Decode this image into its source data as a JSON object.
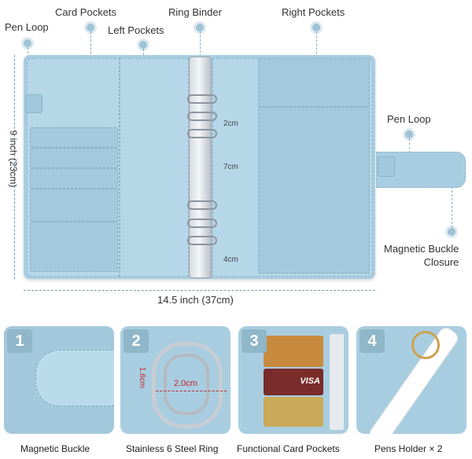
{
  "labels": {
    "pen_loop_left": "Pen Loop",
    "card_pockets": "Card Pockets",
    "left_pockets": "Left Pockets",
    "ring_binder": "Ring Binder",
    "right_pockets": "Right Pockets",
    "pen_loop_right": "Pen Loop",
    "magnetic_buckle_line1": "Magnetic Buckle",
    "magnetic_buckle_line2": "Closure"
  },
  "dimensions": {
    "height": "9 inch (23cm)",
    "width": "14.5 inch (37cm)",
    "ring_gap_top": "2cm",
    "ring_gap_middle": "7cm",
    "ring_gap_bottom": "4cm"
  },
  "features": [
    {
      "number": "1",
      "caption": "Magnetic Buckle"
    },
    {
      "number": "2",
      "caption": "Stainless 6 Steel Ring",
      "measure_height": "1.6cm",
      "measure_width": "2.0cm"
    },
    {
      "number": "3",
      "caption": "Functional Card Pockets",
      "card_brand": "VISA"
    },
    {
      "number": "4",
      "caption": "Pens Holder × 2"
    }
  ],
  "colors": {
    "leather": "#a9cde0",
    "accent": "#8fb6c9",
    "measure_red": "#c0272d"
  }
}
